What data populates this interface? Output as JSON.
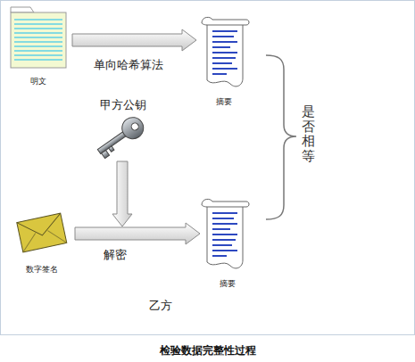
{
  "diagram": {
    "caption": "检验数据完整性过程",
    "nodes": [
      {
        "text": [
          "乙方"
        ]
      },
      {
        "text": [
          "明文"
        ],
        "in": 0
      },
      {
        "text": [
          "摘要"
        ],
        "in": 0
      },
      {
        "text": [
          "甲方公钥"
        ],
        "in": 0
      },
      {
        "text": [
          "数字签名"
        ],
        "in": 0
      },
      {
        "text": [
          "摘要"
        ],
        "in": 0
      }
    ],
    "edges": [
      {
        "from": 1,
        "to": 2,
        "arrow": "to",
        "label": "单向哈希算法"
      },
      {
        "from": 4,
        "to": 5,
        "arrow": "to",
        "label": "解密"
      }
    ],
    "labels": [
      "是否相等"
    ]
  }
}
